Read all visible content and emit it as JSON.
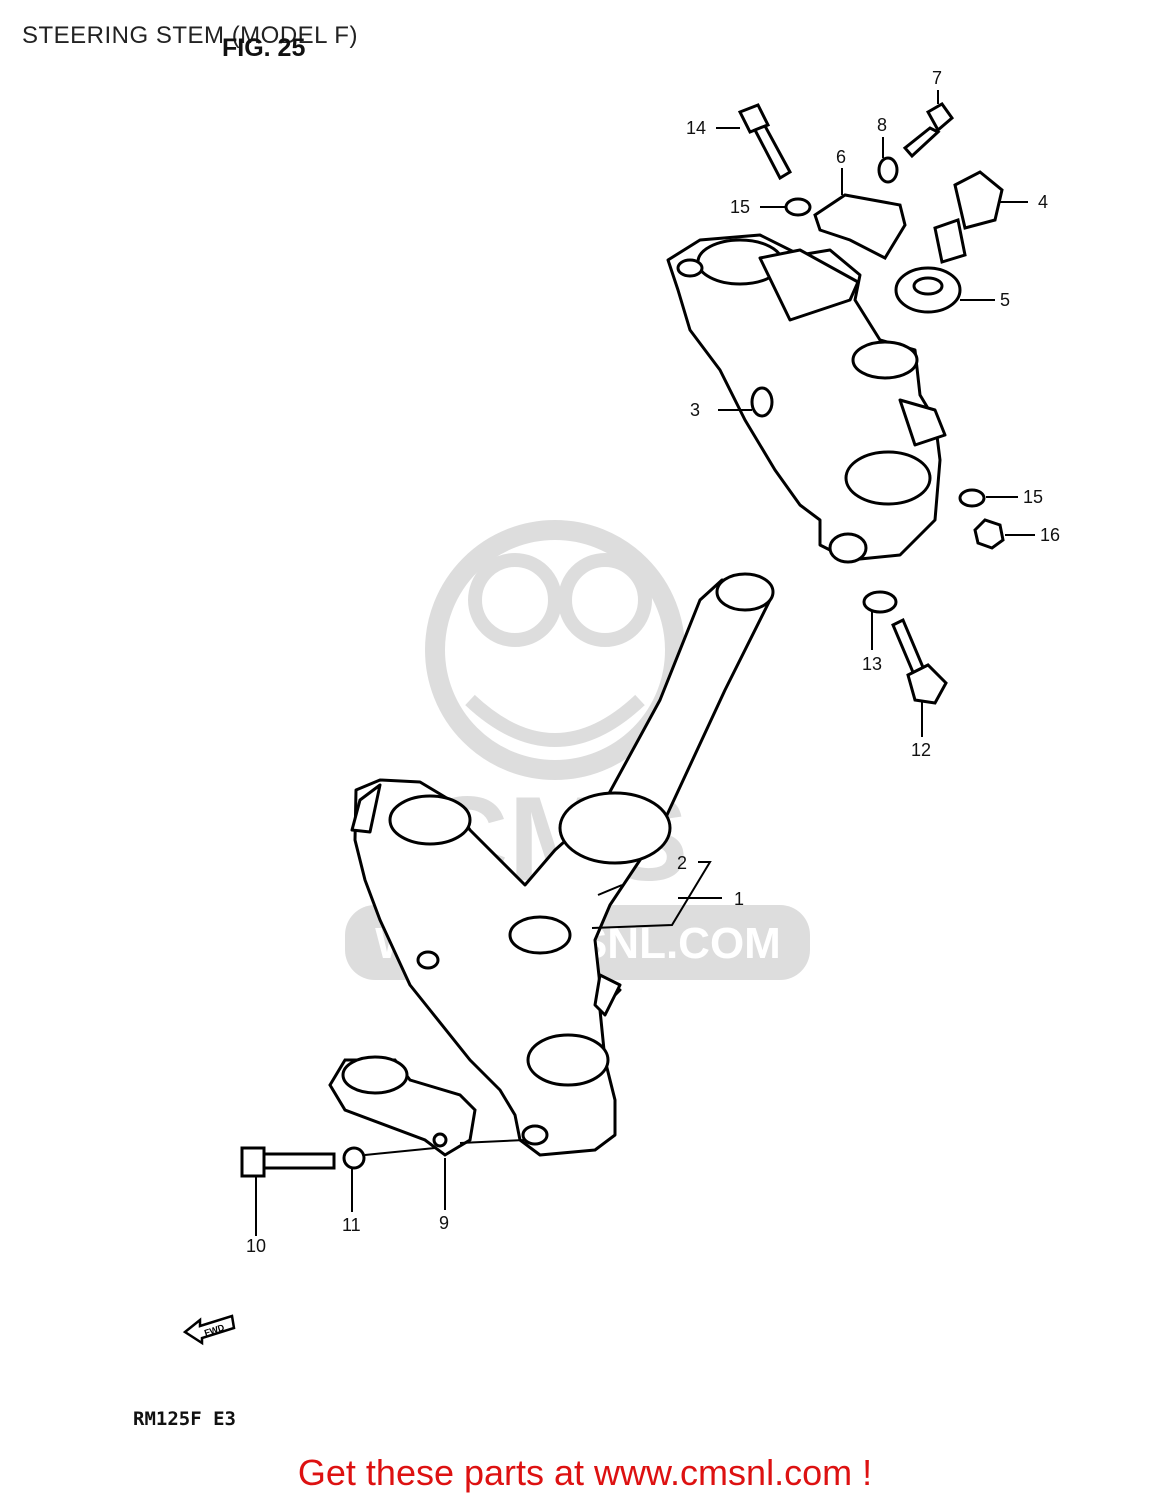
{
  "header": {
    "title": "STEERING STEM (MODEL F)",
    "fig_label": "FIG. 25"
  },
  "watermark": {
    "brand": "CMS",
    "url": "WWW.CMSNL.COM"
  },
  "callouts": [
    "1",
    "2",
    "3",
    "4",
    "5",
    "6",
    "7",
    "8",
    "9",
    "10",
    "11",
    "12",
    "13",
    "14",
    "15",
    "15",
    "16"
  ],
  "direction_marker": "FWD",
  "model_code": "RM125F E3",
  "footer": {
    "link_text": "Get these parts at www.cmsnl.com !",
    "link_color": "#dd1111"
  }
}
